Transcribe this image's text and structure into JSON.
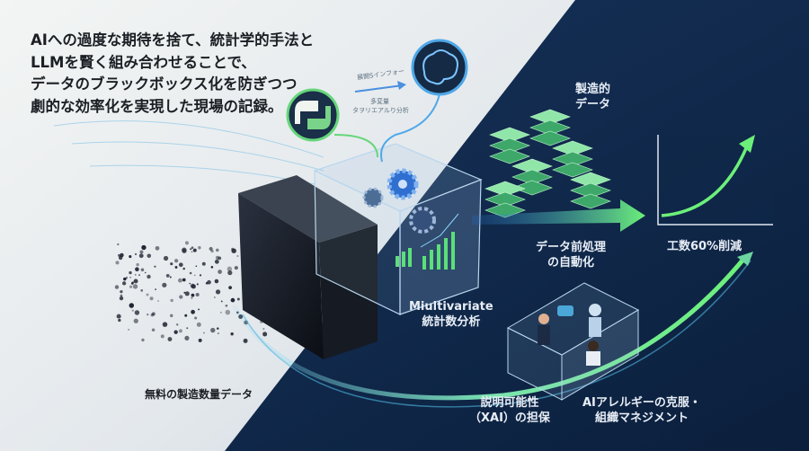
{
  "headline": {
    "lines": [
      "AIへの過度な期待を捨て、統計学的手法と",
      "LLMを賢く組み合わせることで、",
      "データのブラックボックス化を防ぎつつ",
      "劇的な効率化を実現した現場の記録。"
    ]
  },
  "small_labels": {
    "upper": "展開Sインフォー",
    "lower_1": "多変量",
    "lower_2": "タヲリエアルり分析"
  },
  "labels": {
    "manufacturing_data": [
      "製造的",
      "データ"
    ],
    "preprocessing": [
      "データ前処理",
      "の自動化"
    ],
    "reduction": "工数60%削減",
    "multivariate": [
      "Miultivariate",
      "統計数分析"
    ],
    "xai": [
      "説明可能性",
      "（XAI）の担保"
    ],
    "allergy": [
      "AIアレルギーの克服・",
      "組織マネジメント"
    ],
    "raw_data": "無料の製造数量データ"
  },
  "colors": {
    "navy": "#0f2748",
    "light_bg": "#eef1f3",
    "green_accent": "#5be07a",
    "blue_accent": "#3a8ee0"
  },
  "icons": [
    "python-icon",
    "brain-icon",
    "gear-icon",
    "server-stack-icon",
    "growth-chart-icon",
    "arrow-right-icon"
  ]
}
